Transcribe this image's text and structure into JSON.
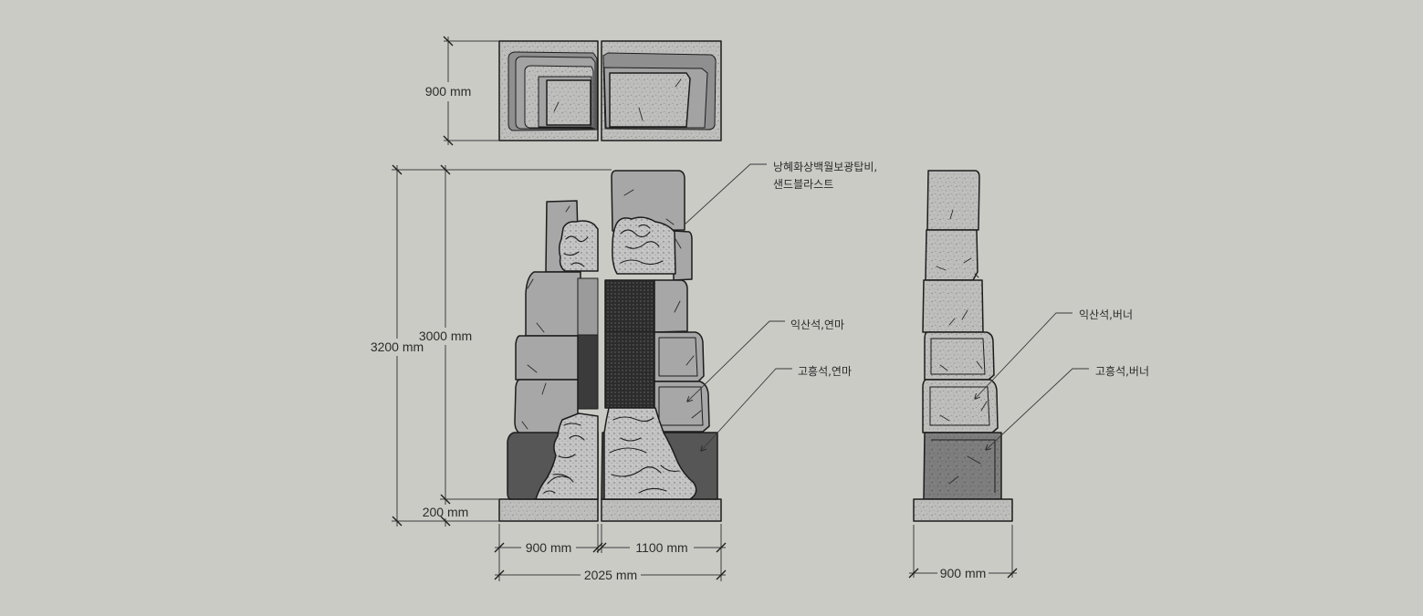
{
  "palette": {
    "background": "#cbcbc6",
    "granite": "#bdbdbb",
    "stone": "#a7a7a7",
    "dark_stone": "#565656",
    "relief": "#c3c3c3",
    "ink": "#1c1c1c"
  },
  "plan_view": {
    "depth_label": "900 mm"
  },
  "front_elevation": {
    "total_height_label": "3200 mm",
    "body_height_label": "3000 mm",
    "base_height_label": "200 mm",
    "left_width_label": "900 mm",
    "right_width_label": "1100 mm",
    "total_width_label": "2025 mm",
    "notes": [
      {
        "lines": [
          "낭혜화상백월보광탑비,",
          "샌드블라스트"
        ]
      },
      {
        "lines": [
          "익산석,연마"
        ]
      },
      {
        "lines": [
          "고흥석,연마"
        ]
      }
    ]
  },
  "side_elevation": {
    "width_label": "900 mm",
    "notes": [
      {
        "lines": [
          "익산석,버너"
        ]
      },
      {
        "lines": [
          "고흥석,버너"
        ]
      }
    ]
  }
}
